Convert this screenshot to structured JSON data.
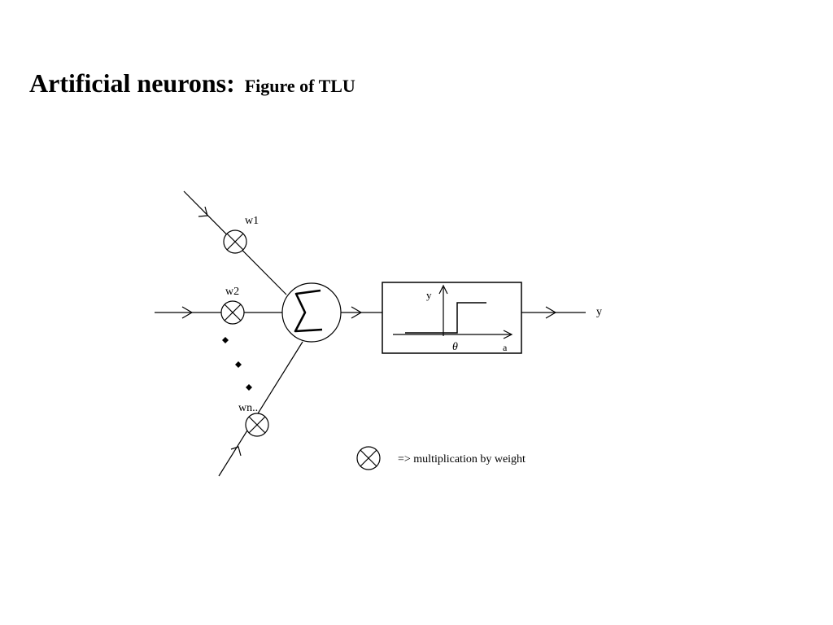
{
  "slide": {
    "title_main": "Artificial neurons:",
    "title_sub": "Figure of TLU"
  },
  "diagram": {
    "weight_labels": [
      "w1",
      "w2",
      "wn.."
    ],
    "sum_symbol": "Σ",
    "step_plot": {
      "y_axis_label": "y",
      "x_axis_label": "a",
      "threshold_label": "θ"
    },
    "output_label": "y",
    "legend_text": "=> multiplication by weight",
    "multiply_icon": "circled-times-icon",
    "colors": {
      "stroke": "#000000",
      "background": "#ffffff"
    }
  }
}
